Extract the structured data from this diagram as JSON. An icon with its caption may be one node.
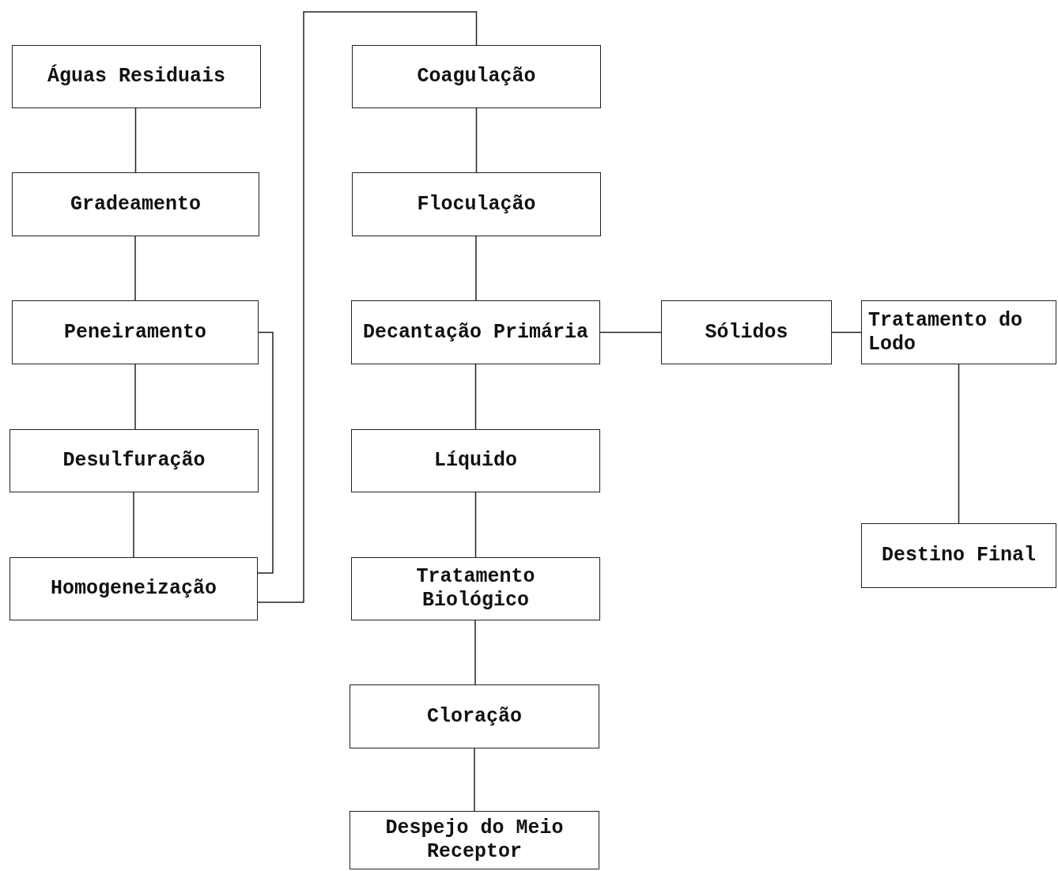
{
  "diagram": {
    "nodes": [
      {
        "text": [
          "Águas Residuais"
        ]
      },
      {
        "text": [
          "Gradeamento"
        ]
      },
      {
        "text": [
          "Peneiramento"
        ]
      },
      {
        "text": [
          "Desulfuração"
        ]
      },
      {
        "text": [
          "Homogeneização"
        ]
      },
      {
        "text": [
          "Coagulação"
        ]
      },
      {
        "text": [
          "Floculação"
        ]
      },
      {
        "text": [
          "Decantação Primária"
        ]
      },
      {
        "text": [
          "Sólidos"
        ]
      },
      {
        "text": [
          "Tratamento do Lodo"
        ]
      },
      {
        "text": [
          "Líquido"
        ]
      },
      {
        "text": [
          "Tratamento Biológico"
        ]
      },
      {
        "text": [
          "Cloração"
        ]
      },
      {
        "text": [
          "Despejo do Meio Receptor"
        ]
      },
      {
        "text": [
          "Destino Final"
        ]
      }
    ],
    "edges": [
      {
        "from": 0,
        "to": 1,
        "arrow": "none"
      },
      {
        "from": 1,
        "to": 2,
        "arrow": "none"
      },
      {
        "from": 2,
        "to": 3,
        "arrow": "none"
      },
      {
        "from": 3,
        "to": 4,
        "arrow": "none"
      },
      {
        "from": 2,
        "to": 4,
        "arrow": "none"
      },
      {
        "from": 4,
        "to": 5,
        "arrow": "none"
      },
      {
        "from": 5,
        "to": 6,
        "arrow": "none"
      },
      {
        "from": 6,
        "to": 7,
        "arrow": "none"
      },
      {
        "from": 7,
        "to": 8,
        "arrow": "none"
      },
      {
        "from": 8,
        "to": 9,
        "arrow": "none"
      },
      {
        "from": 7,
        "to": 10,
        "arrow": "none"
      },
      {
        "from": 10,
        "to": 11,
        "arrow": "none"
      },
      {
        "from": 11,
        "to": 12,
        "arrow": "none"
      },
      {
        "from": 12,
        "to": 13,
        "arrow": "none"
      },
      {
        "from": 9,
        "to": 14,
        "arrow": "none"
      }
    ]
  }
}
